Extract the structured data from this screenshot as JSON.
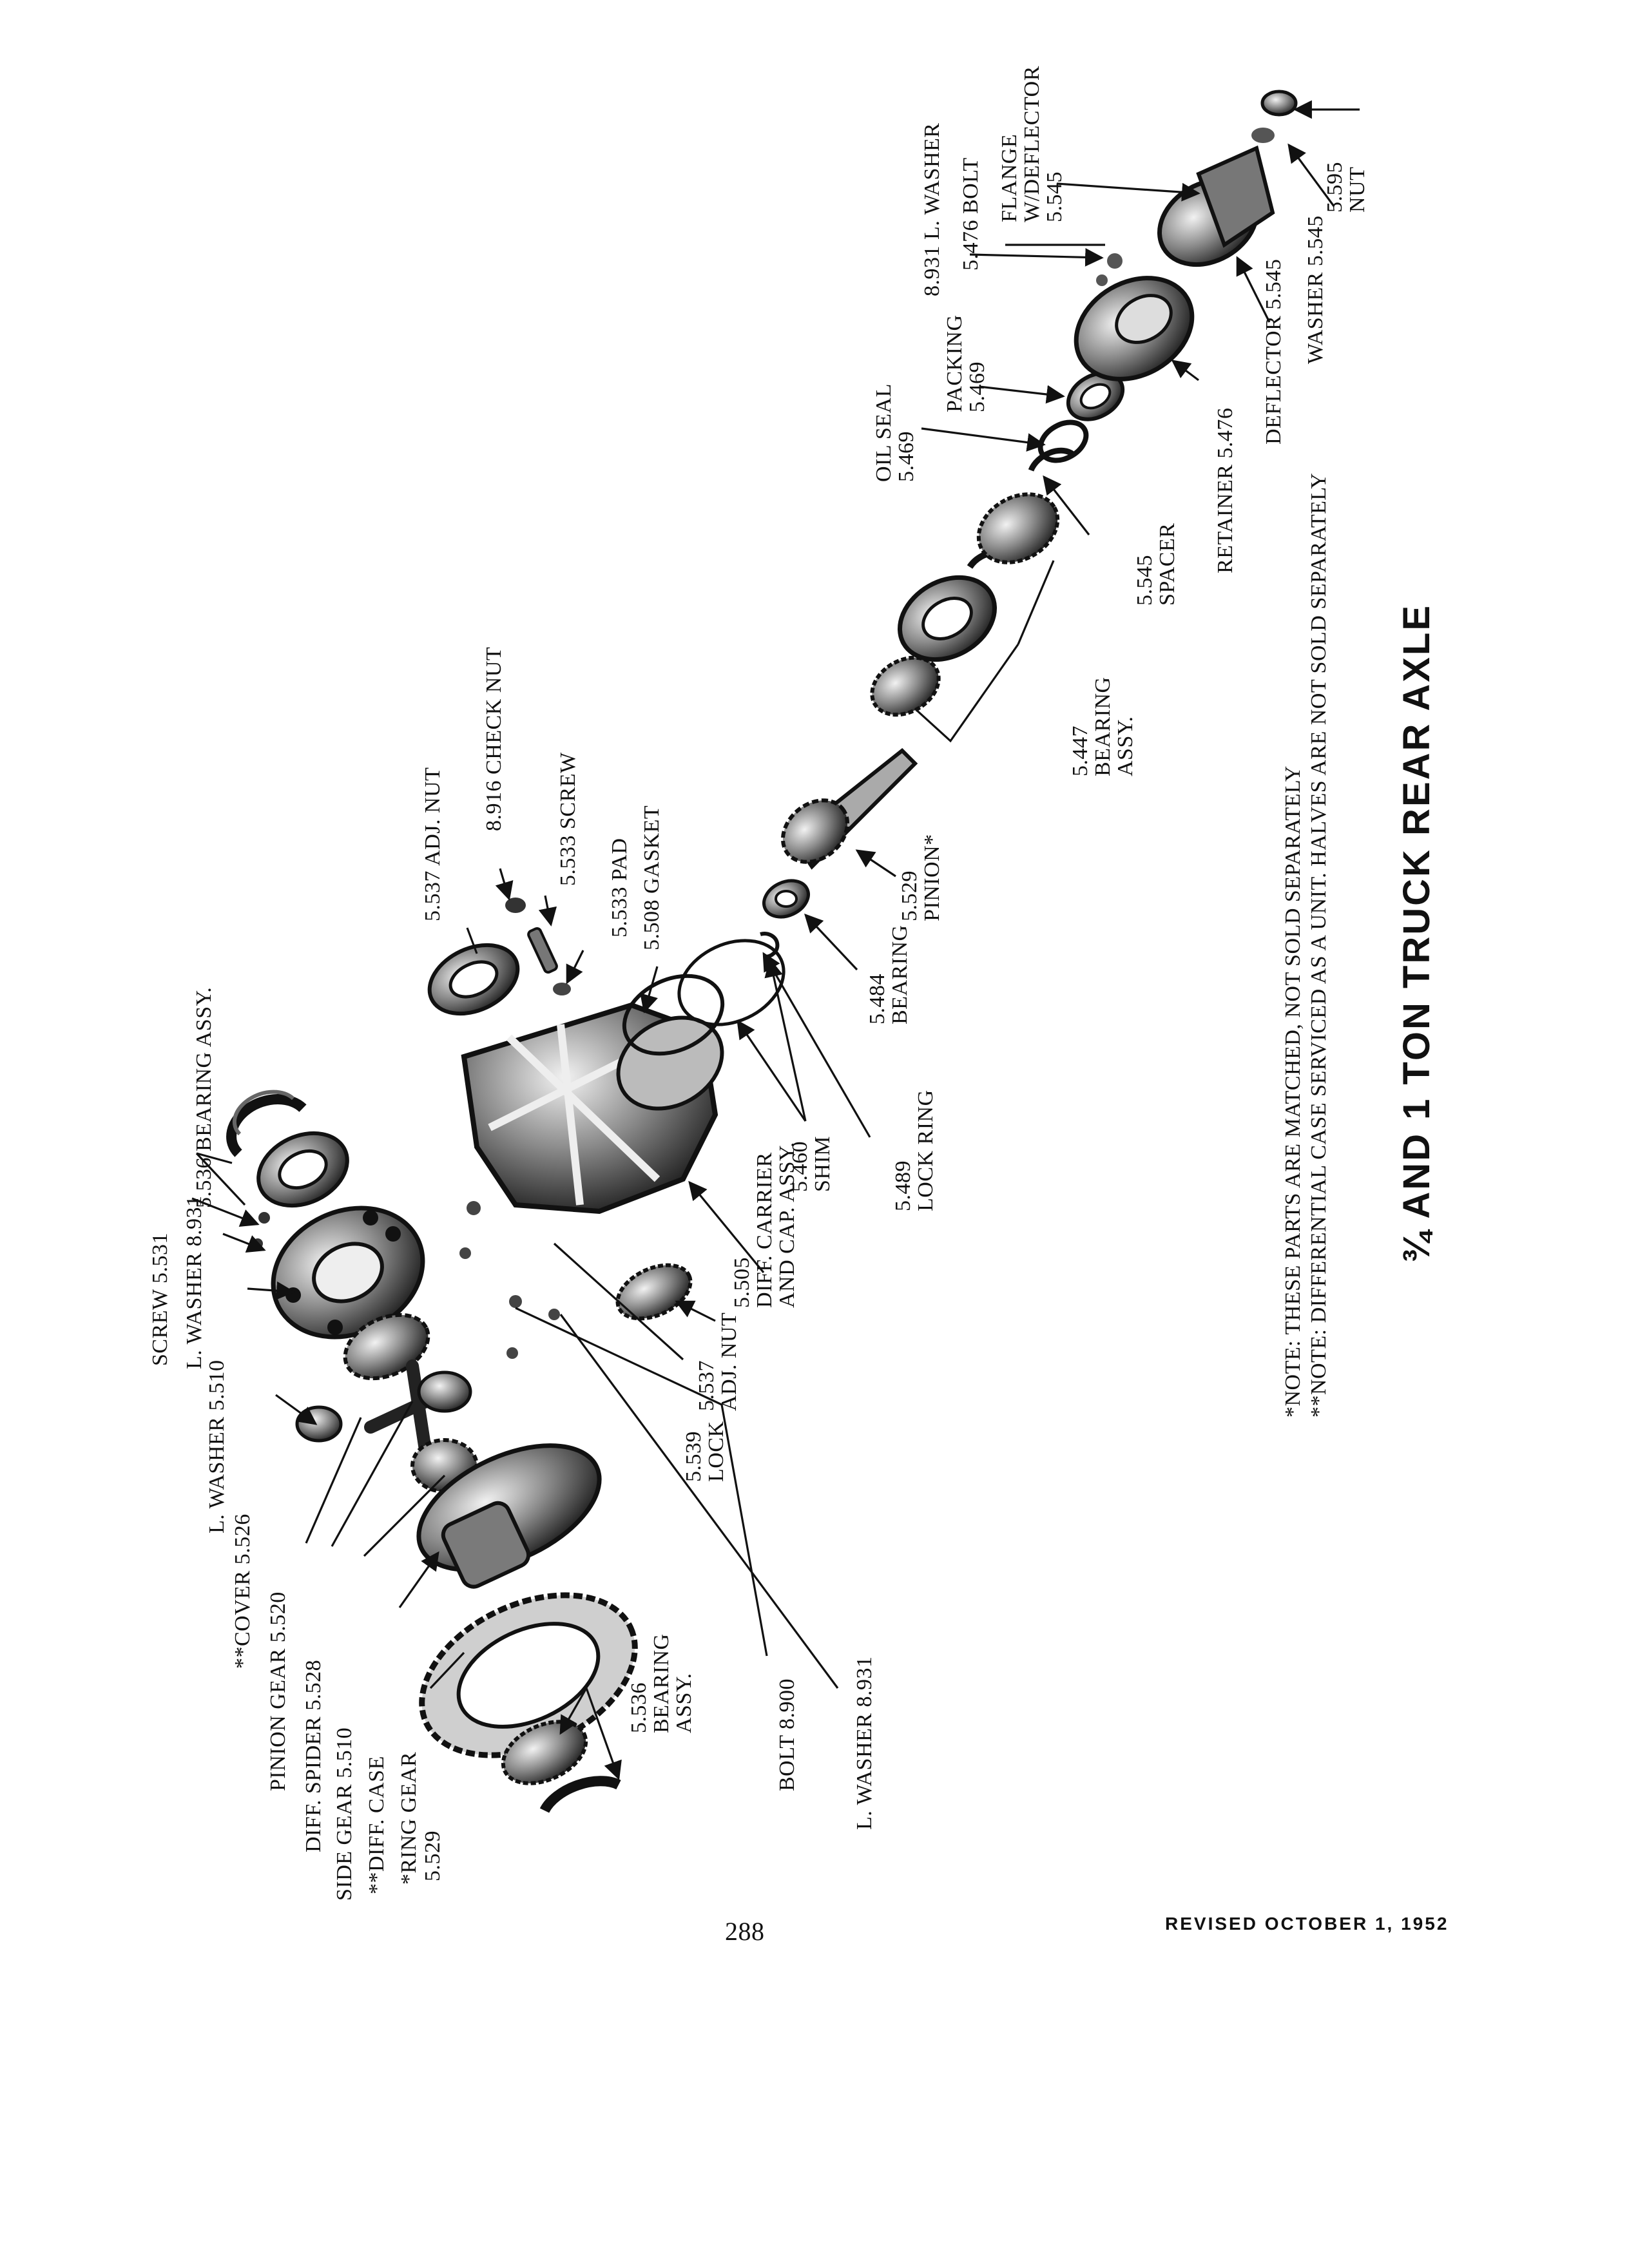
{
  "labels": {
    "screw_5531": "SCREW 5.531",
    "l_washer_8931_top": "L. WASHER 8.931",
    "l_washer_5510": "L. WASHER 5.510",
    "cover_5526": "**COVER 5.526",
    "pinion_gear_5520": "PINION GEAR 5.520",
    "diff_spider_5528": "DIFF. SPIDER 5.528",
    "side_gear_5510": "SIDE GEAR 5.510",
    "diff_case": "**DIFF. CASE",
    "ring_gear": "*RING GEAR",
    "ring_gear_no": "5.529",
    "bearing_assy_5536_top": "5.536 BEARING ASSY.",
    "bearing_5536_bottom": [
      "5.536",
      "BEARING",
      "ASSY."
    ],
    "bolt_8900": "BOLT 8.900",
    "l_washer_8931_bottom": "L. WASHER 8.931",
    "lock_5539": [
      "5.539",
      "LOCK"
    ],
    "adj_nut_5537_bottom": [
      "5.537",
      "ADJ. NUT"
    ],
    "diff_carrier_5505": [
      "5.505",
      "DIFF. CARRIER",
      "AND CAP. ASSY."
    ],
    "lock_ring_5489": [
      "5.489",
      "LOCK RING"
    ],
    "shim_5460": [
      "5.460",
      "SHIM"
    ],
    "bearing_5484": [
      "5.484",
      "BEARING"
    ],
    "pinion_5529": [
      "5.529",
      "PINION*"
    ],
    "adj_nut_5537_top": "5.537 ADJ. NUT",
    "check_nut_8916": "8.916 CHECK NUT",
    "screw_5533": "5.533 SCREW",
    "pad_5533": "5.533 PAD",
    "gasket_5508": "5.508 GASKET",
    "bearing_assy_5447": [
      "5.447",
      "BEARING",
      "ASSY."
    ],
    "spacer_5545": [
      "5.545",
      "SPACER"
    ],
    "oil_seal_5469": [
      "OIL SEAL",
      "5.469"
    ],
    "packing_5469": [
      "PACKING",
      "5.469"
    ],
    "l_washer_8931_right": "8.931 L. WASHER",
    "bolt_5476": "5.476 BOLT",
    "flange": [
      "FLANGE",
      "W/DEFLECTOR",
      "5.545"
    ],
    "retainer_5476": "RETAINER 5.476",
    "deflector_5545": "DEFLECTOR 5.545",
    "washer_5545": "WASHER 5.545",
    "nut_5595": [
      "5.595",
      "NUT"
    ]
  },
  "notes": [
    "*NOTE: THESE PARTS ARE MATCHED, NOT SOLD SEPARATELY",
    "**NOTE: DIFFERENTIAL CASE SERVICED AS A UNIT. HALVES ARE NOT SOLD SEPARATELY"
  ],
  "title": "¾ AND 1 TON TRUCK REAR AXLE",
  "page_number": "288",
  "revised": "REVISED OCTOBER 1, 1952"
}
